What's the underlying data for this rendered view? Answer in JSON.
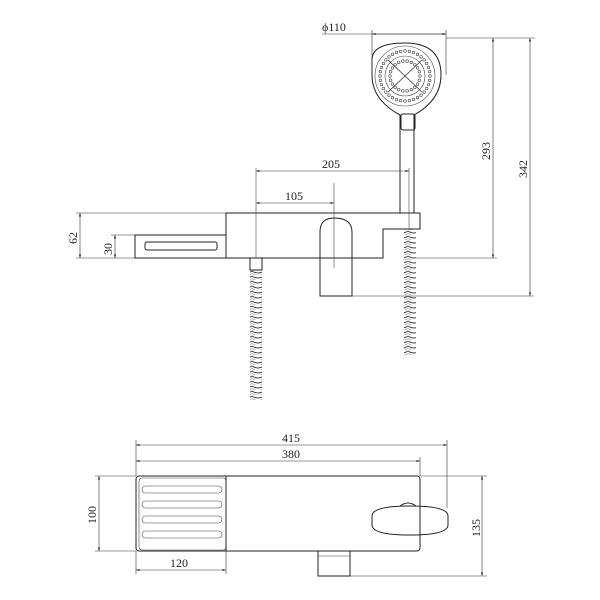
{
  "front_view": {
    "dimensions": {
      "head_diameter": "ϕ110",
      "hose_to_holder": "205",
      "hose_to_lever": "105",
      "body_height": "62",
      "spout_height": "30",
      "holder_height": "293",
      "overall_height": "342"
    }
  },
  "top_view": {
    "dimensions": {
      "overall_width": "415",
      "body_width": "380",
      "depth": "100",
      "soap_dish_width": "120",
      "overall_depth": "135"
    }
  },
  "colors": {
    "line": "#222222",
    "background": "#ffffff"
  }
}
